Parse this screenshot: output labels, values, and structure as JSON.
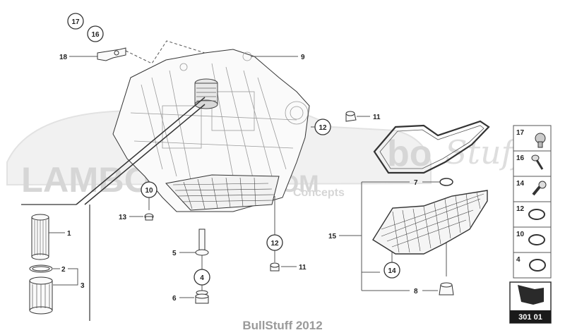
{
  "callouts_circled": [
    "17",
    "16",
    "12",
    "10",
    "12",
    "4",
    "14"
  ],
  "labels_plain": [
    "18",
    "9",
    "11",
    "7",
    "15",
    "13",
    "1",
    "2",
    "3",
    "5",
    "11",
    "6",
    "8"
  ],
  "legend": [
    {
      "number": "17",
      "icon": "bolt-icon"
    },
    {
      "number": "16",
      "icon": "screw-icon"
    },
    {
      "number": "14",
      "icon": "plug-icon"
    },
    {
      "number": "12",
      "icon": "seal-ring-icon"
    },
    {
      "number": "10",
      "icon": "seal-ring-icon"
    },
    {
      "number": "4",
      "icon": "seal-ring-icon"
    }
  ],
  "reference_number": "301 01",
  "caption": "BullStuff 2012",
  "watermark": {
    "large": "LAMBO",
    "brand_suffix": "bo",
    "script": "Stuff",
    "site": "FF.COM",
    "tagline": "Concepts"
  },
  "colors": {
    "line": "#555555",
    "watermark": "#d6d6d6",
    "refbox": "#1a1a1a",
    "caption": "#9a9a9a"
  }
}
